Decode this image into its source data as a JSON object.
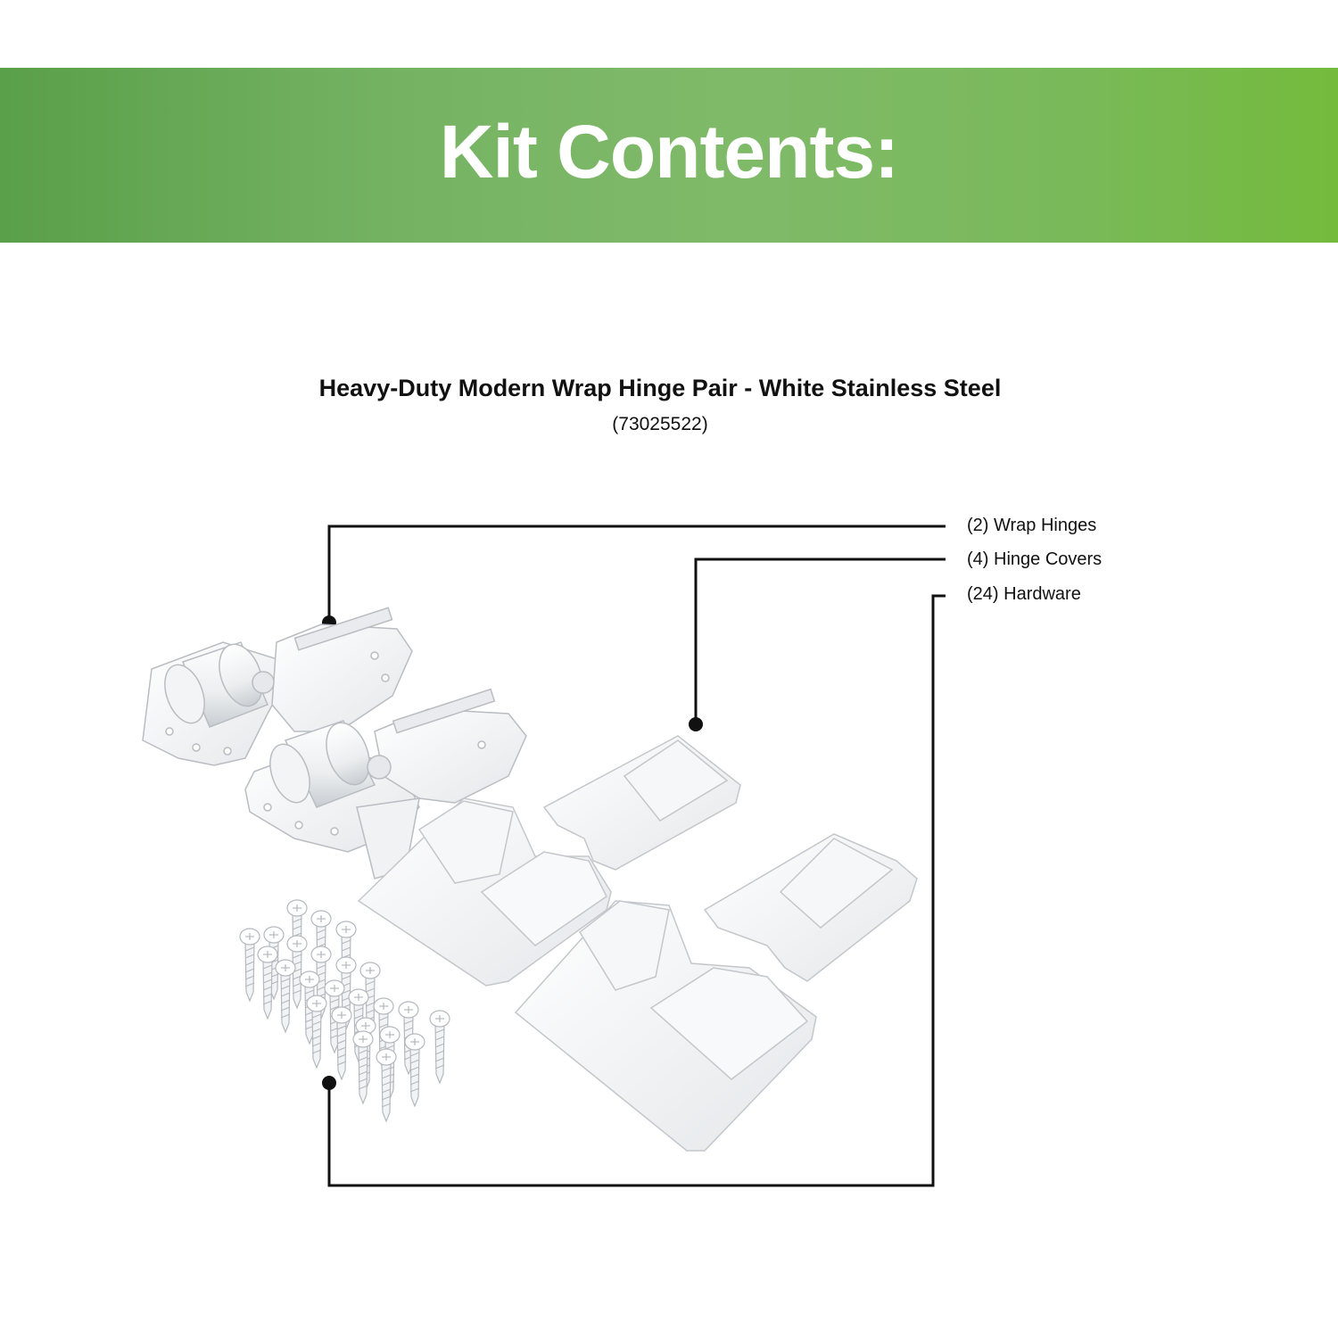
{
  "header": {
    "title": "Kit Contents:"
  },
  "product": {
    "title": "Heavy-Duty Modern Wrap Hinge Pair - White Stainless Steel",
    "sku": "(73025522)"
  },
  "callouts": [
    {
      "label": "(2) Wrap Hinges"
    },
    {
      "label": "(4) Hinge Covers"
    },
    {
      "label": "(24) Hardware"
    }
  ],
  "colors": {
    "banner_start": "#5a9f4a",
    "banner_end": "#74bb3c",
    "line": "#111111",
    "part": "#ffffff",
    "part_shade": "#d9dcdf"
  }
}
